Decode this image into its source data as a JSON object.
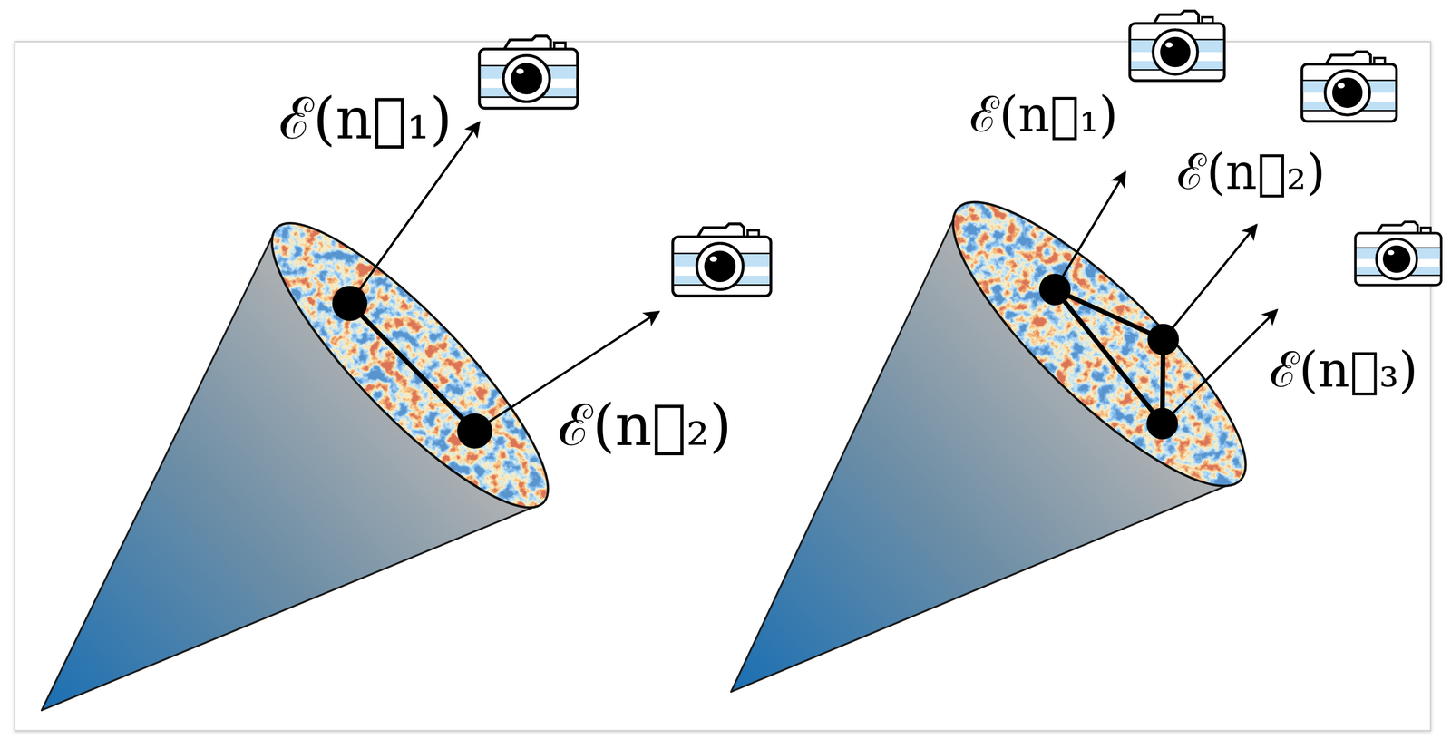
{
  "diagram": {
    "labels": [
      "ℰ(n⃗₁)",
      "ℰ(n⃗₂)",
      "ℰ(n⃗₁)",
      "ℰ(n⃗₂)",
      "ℰ(n⃗₃)"
    ]
  }
}
